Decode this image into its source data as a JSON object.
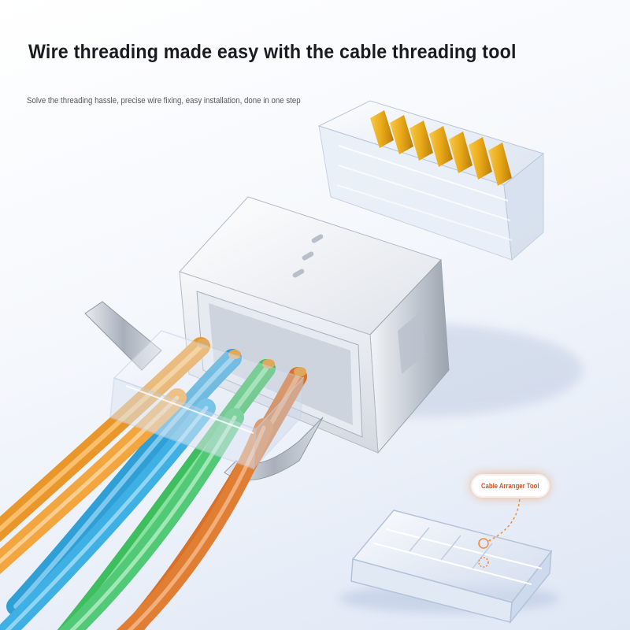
{
  "headline": "Wire threading made easy with the cable threading tool",
  "subheadline": "Solve the threading hassle, precise wire fixing, easy installation, done in one step",
  "callout_label": "Cable Arranger Tool",
  "colors": {
    "background": "#eef2f9",
    "wire_orange": "#f0a033",
    "wire_blue": "#3aa8dd",
    "wire_green": "#4cc46a",
    "wire_brown": "#d9772e",
    "gold_pins": "#e8a817",
    "callout_text": "#d9531e"
  }
}
